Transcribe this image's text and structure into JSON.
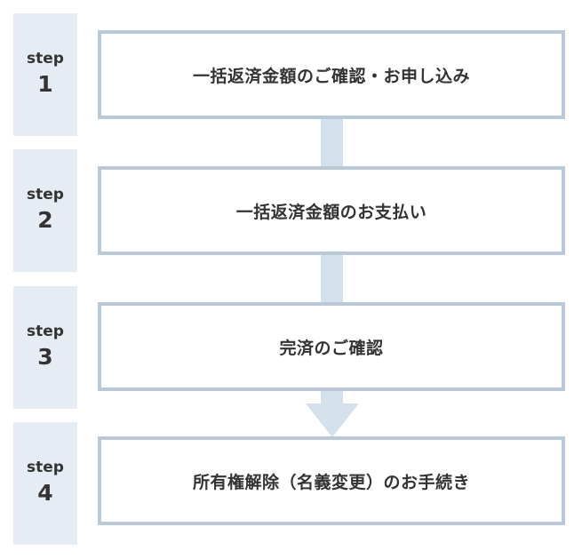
{
  "steps": [
    {
      "step_word": "step",
      "number": "1",
      "label": "一括返済金額のご確認・お申し込み"
    },
    {
      "step_word": "step",
      "number": "2",
      "label": "一括返済金額のお支払い"
    },
    {
      "step_word": "step",
      "number": "3",
      "label": "完済のご確認"
    },
    {
      "step_word": "step",
      "number": "4",
      "label": "所有権解除（名義変更）のお手続き"
    }
  ],
  "colors": {
    "tab_background": "#e5ecf4",
    "box_border": "#b9c9d8",
    "connector": "#d4e1ec",
    "text": "#333333"
  }
}
